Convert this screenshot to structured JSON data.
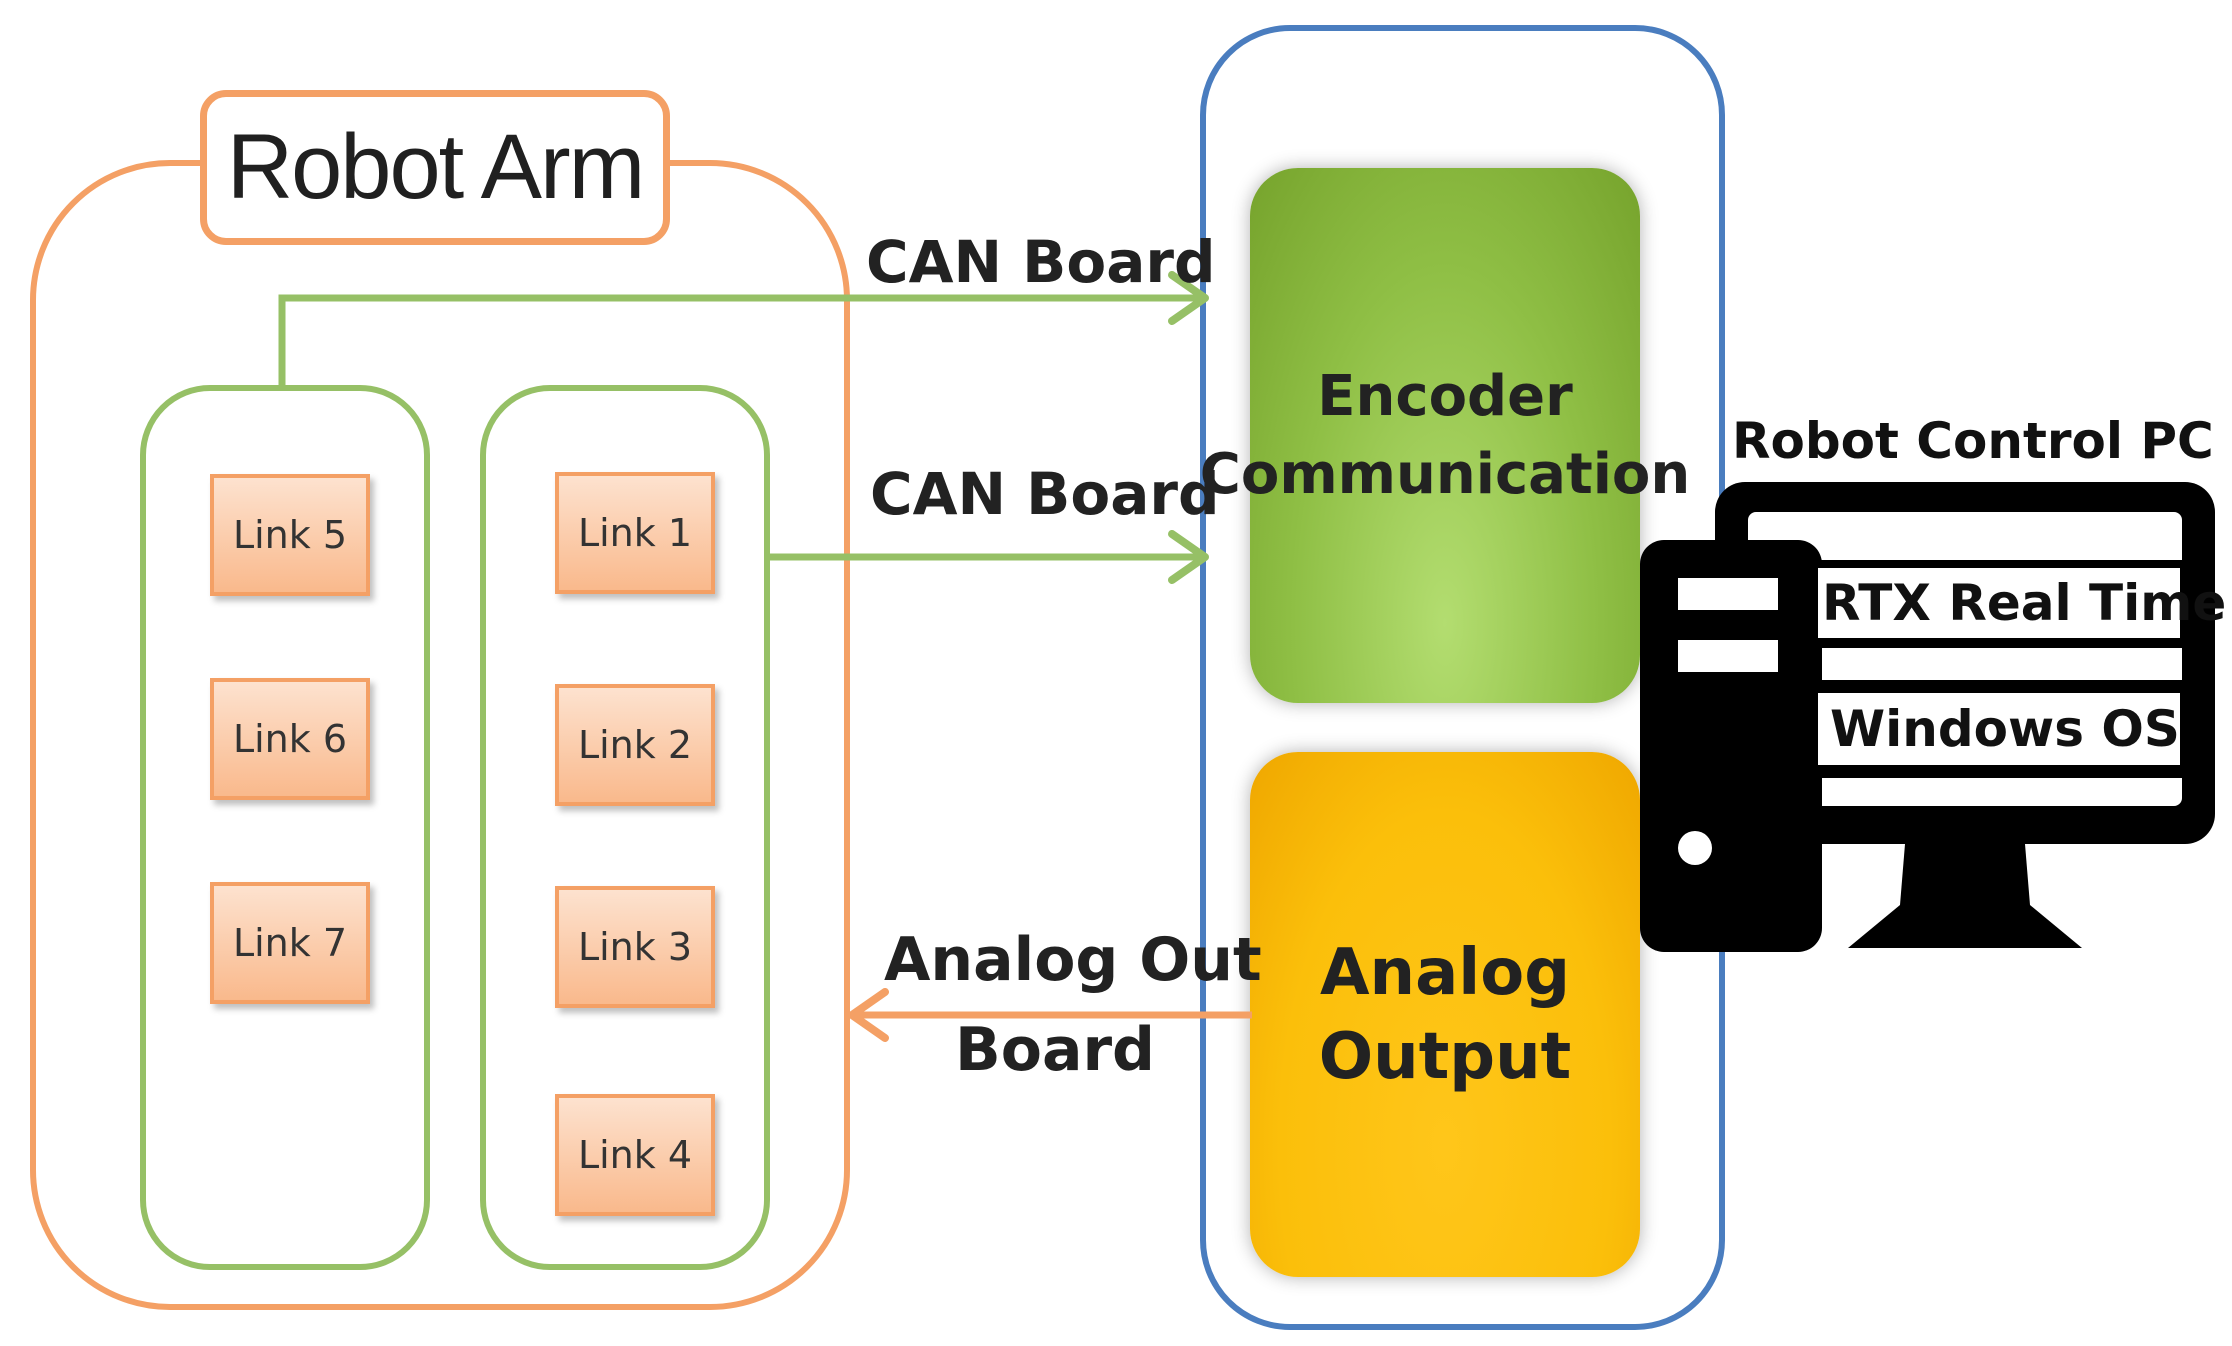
{
  "robot_arm": {
    "title": "Robot Arm",
    "column_left_links": [
      "Link 5",
      "Link 6",
      "Link 7"
    ],
    "column_right_links": [
      "Link 1",
      "Link 2",
      "Link 3",
      "Link 4"
    ]
  },
  "connections": {
    "top": "CAN Board",
    "middle": "CAN Board",
    "bottom_line1": "Analog Out",
    "bottom_line2": "Board"
  },
  "controller": {
    "encoder_line1": "Encoder",
    "encoder_line2": "Communication",
    "analog_line1": "Analog",
    "analog_line2": "Output"
  },
  "pc": {
    "label": "Robot Control PC",
    "rtx": "RTX Real Time",
    "windows": "Windows OS",
    "icon": "desktop-computer-icon"
  },
  "colors": {
    "orange": "#f4a065",
    "green": "#96c066",
    "blue": "#4a7dbf",
    "encoder_green": "#8fbf45",
    "analog_yellow": "#fbbf0a"
  }
}
